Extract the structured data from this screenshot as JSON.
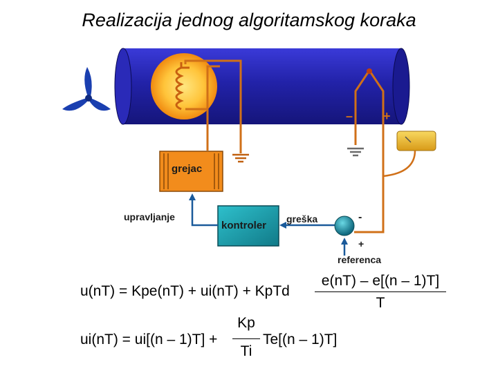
{
  "title": "Realizacija jednog algoritamskog koraka",
  "labels": {
    "grejac": "grejac",
    "upravljanje": "upravljanje",
    "kontroler": "kontroler",
    "greska": "greška",
    "minus": "-",
    "plus": "+",
    "referenca": "referenca",
    "thermo_minus": "–",
    "thermo_plus": "+"
  },
  "formula1": {
    "lhs": "u(nT) = Kpe(nT) + ui(nT) + KpTd",
    "numerator": "e(nT) – e[(n – 1)T]",
    "denominator": "T"
  },
  "formula2": {
    "lhs": "ui(nT) = ui[(n – 1)T] +",
    "numerator": "Kp",
    "denominator": "Ti",
    "rhs": "Te[(n – 1)T]"
  },
  "colors": {
    "pipe": "#2a2ab8",
    "heater_box": "#f28c1c",
    "controller": "#1aa0b0",
    "wire": "#d07018",
    "ground": "#c06010",
    "meter": "#e8b830",
    "fan": "#1a3fb0"
  }
}
